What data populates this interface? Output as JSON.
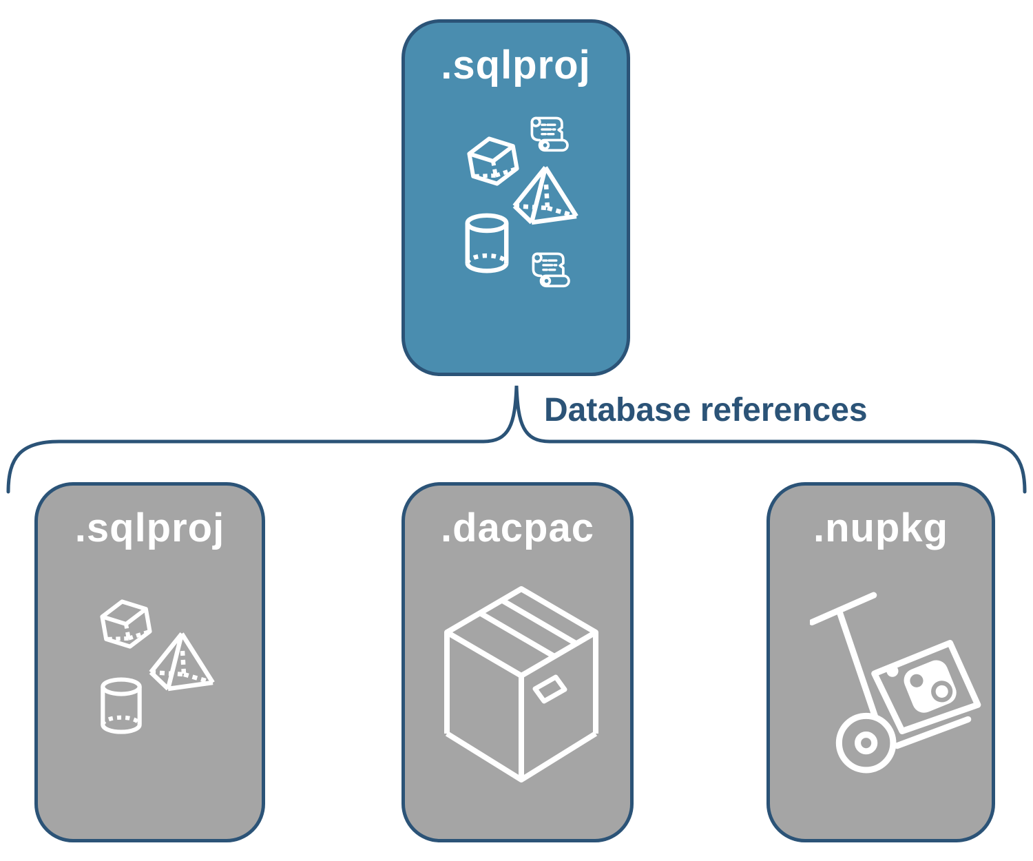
{
  "colors": {
    "accent-blue": "#4A8DAF",
    "outline-navy": "#2B5377",
    "card-gray": "#A5A5A5",
    "icon-white": "#FFFFFF",
    "canvas-white": "#FFFFFF"
  },
  "top_card": {
    "label": ".sqlproj",
    "icons": [
      "cube-icon",
      "scroll-icon",
      "pyramid-icon",
      "cylinder-icon",
      "scroll-icon"
    ]
  },
  "connector": {
    "label": "Database references"
  },
  "bottom_cards": [
    {
      "label": ".sqlproj",
      "icons": [
        "cube-icon",
        "pyramid-icon",
        "cylinder-icon"
      ]
    },
    {
      "label": ".dacpac",
      "icons": [
        "package-box-icon"
      ]
    },
    {
      "label": ".nupkg",
      "icons": [
        "nuget-handtruck-icon"
      ]
    }
  ]
}
